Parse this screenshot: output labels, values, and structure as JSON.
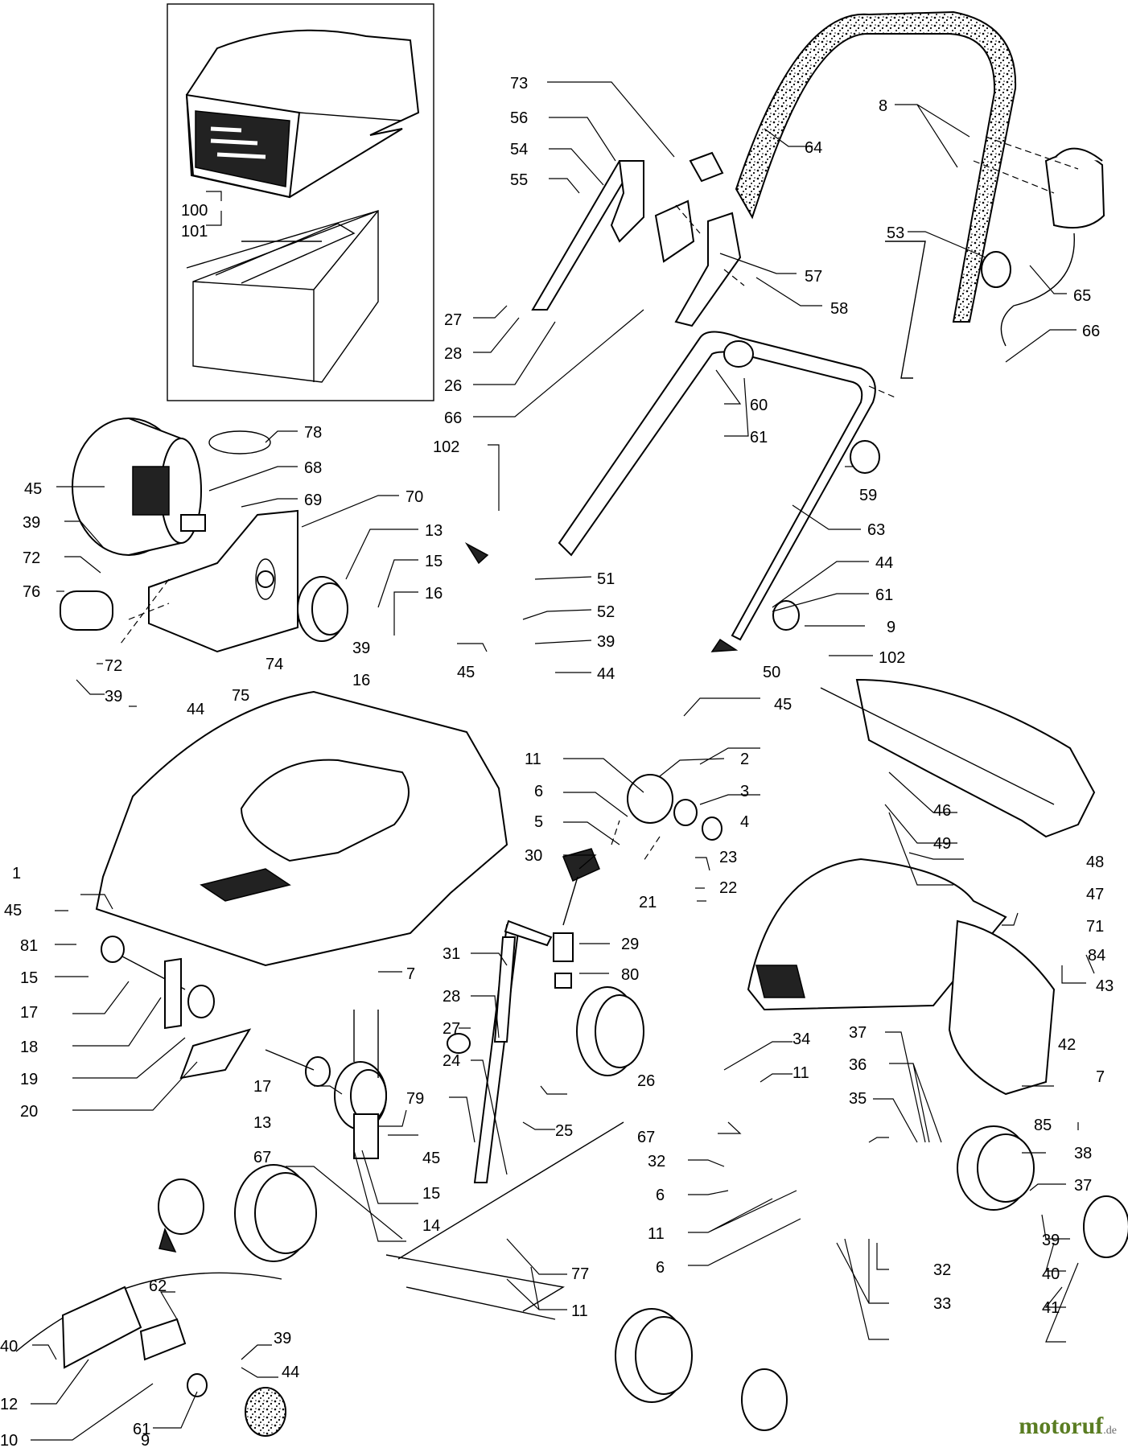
{
  "labels": [
    {
      "id": "73",
      "text": "73"
    },
    {
      "id": "56",
      "text": "56"
    },
    {
      "id": "54",
      "text": "54"
    },
    {
      "id": "55",
      "text": "55"
    },
    {
      "id": "64",
      "text": "64"
    },
    {
      "id": "8",
      "text": "8"
    },
    {
      "id": "53",
      "text": "53"
    },
    {
      "id": "57",
      "text": "57"
    },
    {
      "id": "58",
      "text": "58"
    },
    {
      "id": "65",
      "text": "65"
    },
    {
      "id": "66a",
      "text": "66"
    },
    {
      "id": "27a",
      "text": "27"
    },
    {
      "id": "28a",
      "text": "28"
    },
    {
      "id": "26a",
      "text": "26"
    },
    {
      "id": "66b",
      "text": "66"
    },
    {
      "id": "60",
      "text": "60"
    },
    {
      "id": "61a",
      "text": "61"
    },
    {
      "id": "100",
      "text": "100"
    },
    {
      "id": "101",
      "text": "101"
    },
    {
      "id": "78",
      "text": "78"
    },
    {
      "id": "68",
      "text": "68"
    },
    {
      "id": "45a",
      "text": "45"
    },
    {
      "id": "69",
      "text": "69"
    },
    {
      "id": "70",
      "text": "70"
    },
    {
      "id": "39a",
      "text": "39"
    },
    {
      "id": "72a",
      "text": "72"
    },
    {
      "id": "76",
      "text": "76"
    },
    {
      "id": "13a",
      "text": "13"
    },
    {
      "id": "15a",
      "text": "15"
    },
    {
      "id": "16a",
      "text": "16"
    },
    {
      "id": "102a",
      "text": "102"
    },
    {
      "id": "59",
      "text": "59"
    },
    {
      "id": "63",
      "text": "63"
    },
    {
      "id": "44a",
      "text": "44"
    },
    {
      "id": "61b",
      "text": "61"
    },
    {
      "id": "9a",
      "text": "9"
    },
    {
      "id": "102b",
      "text": "102"
    },
    {
      "id": "51",
      "text": "51"
    },
    {
      "id": "52",
      "text": "52"
    },
    {
      "id": "39b",
      "text": "39"
    },
    {
      "id": "44b",
      "text": "44"
    },
    {
      "id": "45b",
      "text": "45"
    },
    {
      "id": "72b",
      "text": "72"
    },
    {
      "id": "74",
      "text": "74"
    },
    {
      "id": "75",
      "text": "75"
    },
    {
      "id": "39c",
      "text": "39"
    },
    {
      "id": "16b",
      "text": "16"
    },
    {
      "id": "39d",
      "text": "39"
    },
    {
      "id": "44c",
      "text": "44"
    },
    {
      "id": "50",
      "text": "50"
    },
    {
      "id": "45c",
      "text": "45"
    },
    {
      "id": "11a",
      "text": "11"
    },
    {
      "id": "2",
      "text": "2"
    },
    {
      "id": "6a",
      "text": "6"
    },
    {
      "id": "3",
      "text": "3"
    },
    {
      "id": "5",
      "text": "5"
    },
    {
      "id": "4",
      "text": "4"
    },
    {
      "id": "30",
      "text": "30"
    },
    {
      "id": "23",
      "text": "23"
    },
    {
      "id": "22",
      "text": "22"
    },
    {
      "id": "21",
      "text": "21"
    },
    {
      "id": "46",
      "text": "46"
    },
    {
      "id": "49",
      "text": "49"
    },
    {
      "id": "48",
      "text": "48"
    },
    {
      "id": "47",
      "text": "47"
    },
    {
      "id": "71",
      "text": "71"
    },
    {
      "id": "1",
      "text": "1"
    },
    {
      "id": "45d",
      "text": "45"
    },
    {
      "id": "81",
      "text": "81"
    },
    {
      "id": "15b",
      "text": "15"
    },
    {
      "id": "17a",
      "text": "17"
    },
    {
      "id": "18",
      "text": "18"
    },
    {
      "id": "19",
      "text": "19"
    },
    {
      "id": "20",
      "text": "20"
    },
    {
      "id": "7a",
      "text": "7"
    },
    {
      "id": "29",
      "text": "29"
    },
    {
      "id": "31",
      "text": "31"
    },
    {
      "id": "80",
      "text": "80"
    },
    {
      "id": "28b",
      "text": "28"
    },
    {
      "id": "27b",
      "text": "27"
    },
    {
      "id": "84",
      "text": "84"
    },
    {
      "id": "43",
      "text": "43"
    },
    {
      "id": "24",
      "text": "24"
    },
    {
      "id": "34",
      "text": "34"
    },
    {
      "id": "11b",
      "text": "11"
    },
    {
      "id": "26b",
      "text": "26"
    },
    {
      "id": "37a",
      "text": "37"
    },
    {
      "id": "36",
      "text": "36"
    },
    {
      "id": "42",
      "text": "42"
    },
    {
      "id": "35",
      "text": "35"
    },
    {
      "id": "7b",
      "text": "7"
    },
    {
      "id": "25",
      "text": "25"
    },
    {
      "id": "17b",
      "text": "17"
    },
    {
      "id": "79",
      "text": "79"
    },
    {
      "id": "67a",
      "text": "67"
    },
    {
      "id": "85",
      "text": "85"
    },
    {
      "id": "13b",
      "text": "13"
    },
    {
      "id": "45e",
      "text": "45"
    },
    {
      "id": "32a",
      "text": "32"
    },
    {
      "id": "38",
      "text": "38"
    },
    {
      "id": "67b",
      "text": "67"
    },
    {
      "id": "15c",
      "text": "15"
    },
    {
      "id": "6b",
      "text": "6"
    },
    {
      "id": "37b",
      "text": "37"
    },
    {
      "id": "14",
      "text": "14"
    },
    {
      "id": "11c",
      "text": "11"
    },
    {
      "id": "39e",
      "text": "39"
    },
    {
      "id": "77",
      "text": "77"
    },
    {
      "id": "6c",
      "text": "6"
    },
    {
      "id": "32b",
      "text": "32"
    },
    {
      "id": "40a",
      "text": "40"
    },
    {
      "id": "11d",
      "text": "11"
    },
    {
      "id": "33",
      "text": "33"
    },
    {
      "id": "41",
      "text": "41"
    },
    {
      "id": "62",
      "text": "62"
    },
    {
      "id": "40b",
      "text": "40"
    },
    {
      "id": "39f",
      "text": "39"
    },
    {
      "id": "44d",
      "text": "44"
    },
    {
      "id": "12",
      "text": "12"
    },
    {
      "id": "10",
      "text": "10"
    },
    {
      "id": "61c",
      "text": "61"
    },
    {
      "id": "9b",
      "text": "9"
    }
  ],
  "watermark": {
    "brand": "motoruf",
    "tld": ".de"
  }
}
